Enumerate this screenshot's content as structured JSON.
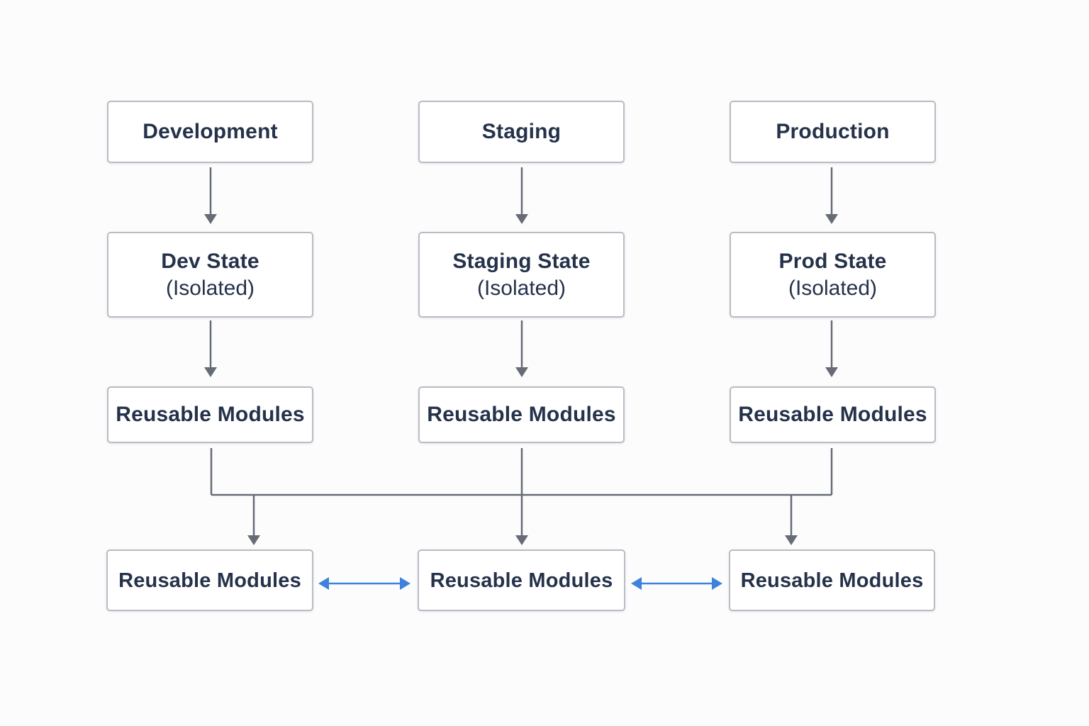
{
  "colors": {
    "connector": "#666b75",
    "peer_link": "#3f82dc",
    "box_border": "#b9bcc3",
    "text": "#25324a"
  },
  "columns": [
    {
      "environment": "Development",
      "state_title": "Dev State",
      "state_note": "(Isolated)",
      "module_label": "Reusable Modules"
    },
    {
      "environment": "Staging",
      "state_title": "Staging State",
      "state_note": "(Isolated)",
      "module_label": "Reusable Modules"
    },
    {
      "environment": "Production",
      "state_title": "Prod State",
      "state_note": "(Isolated)",
      "module_label": "Reusable Modules"
    }
  ],
  "shared_row": [
    {
      "label": "Reusable Modules"
    },
    {
      "label": "Reusable Modules"
    },
    {
      "label": "Reusable Modules"
    }
  ]
}
